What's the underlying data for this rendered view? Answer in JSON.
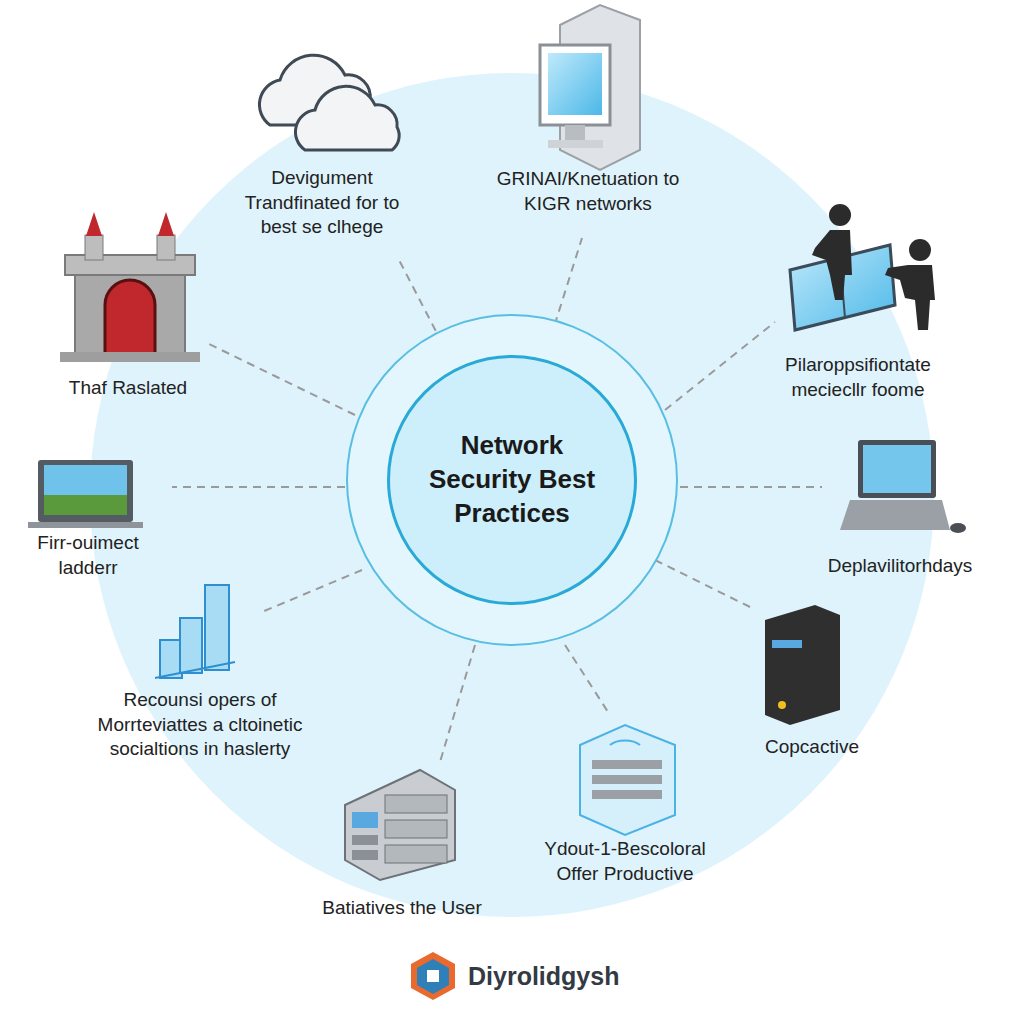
{
  "diagram": {
    "nodes": [
      {
        "text": [
          "Network Security Best Practices"
        ]
      }
    ],
    "labels": [
      "Devigument Trandfinated for to best se clhege",
      "GRINAI/Knetuation to KIGR networks",
      "Thaf Raslated",
      "Pilaroppsifiontate meciecllr foome",
      "Firr-ouimect ladderr",
      "Deplavilitorhdays",
      "Recounsi opers of Morrteviattes a cltoinetic socialtions in haslerty",
      "Copcactive",
      "Ydout-1-Bescoloral Offer Productive",
      "Batiatives the User",
      "Diyrolidgysh"
    ]
  }
}
